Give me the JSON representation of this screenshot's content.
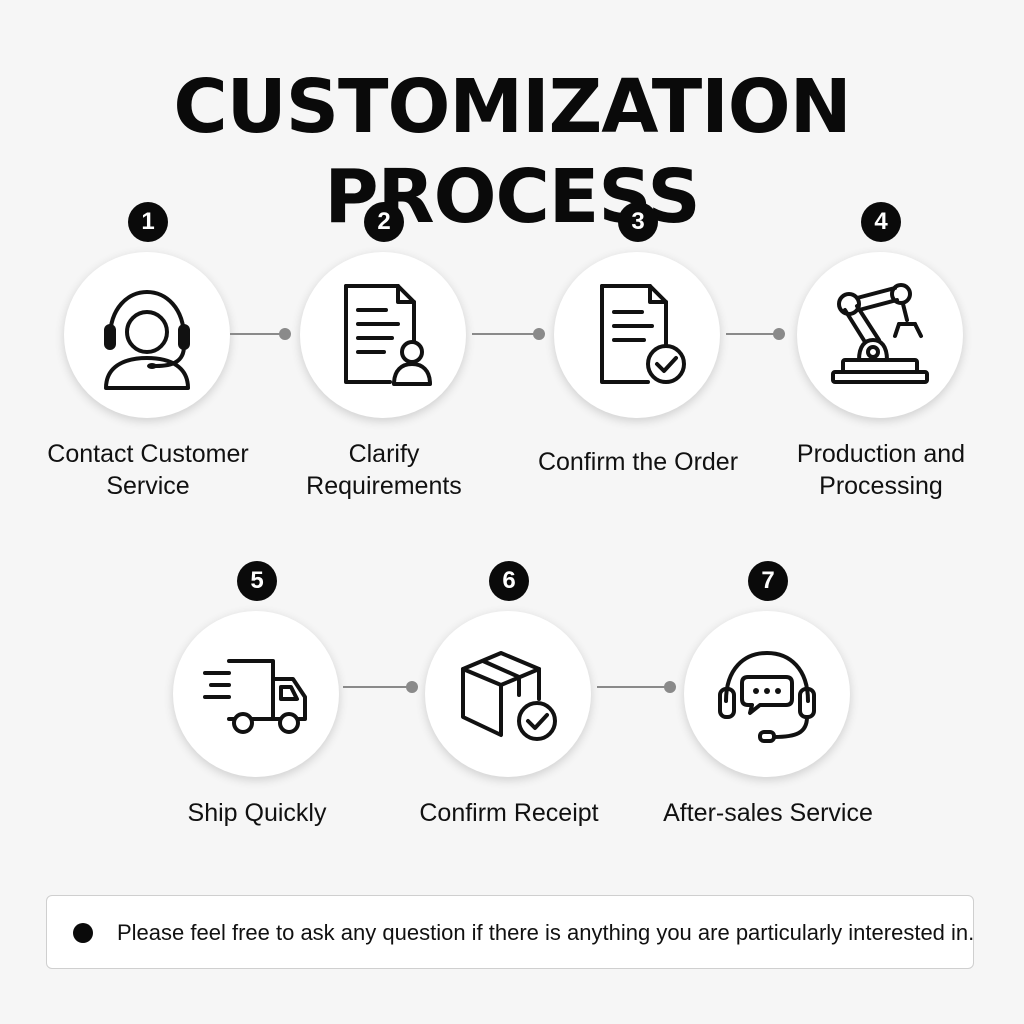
{
  "title": "CUSTOMIZATION PROCESS",
  "steps": [
    {
      "number": "1",
      "label": "Contact Customer Service",
      "icon": "headset-agent-icon"
    },
    {
      "number": "2",
      "label": "Clarify Requirements",
      "icon": "document-user-icon"
    },
    {
      "number": "3",
      "label": "Confirm the Order",
      "icon": "document-check-icon"
    },
    {
      "number": "4",
      "label": "Production and Processing",
      "icon": "robot-arm-icon"
    },
    {
      "number": "5",
      "label": "Ship Quickly",
      "icon": "delivery-truck-icon"
    },
    {
      "number": "6",
      "label": "Confirm Receipt",
      "icon": "package-check-icon"
    },
    {
      "number": "7",
      "label": "After-sales Service",
      "icon": "headphones-chat-icon"
    }
  ],
  "note": "Please feel free to ask any question if there is anything you are particularly interested in."
}
